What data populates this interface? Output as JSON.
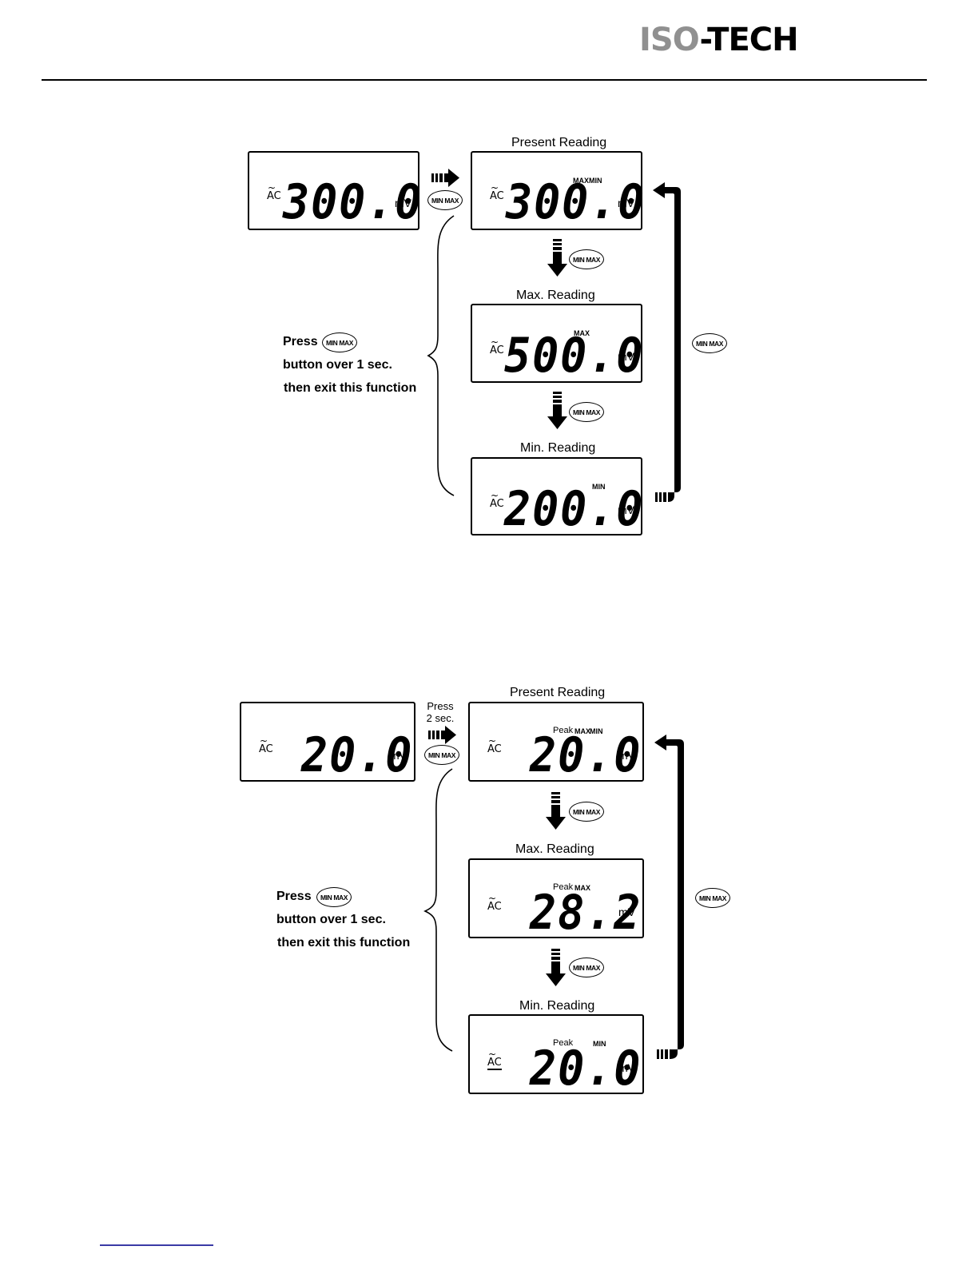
{
  "header": {
    "logo_part1": "ISO",
    "logo_part2": "-TECH"
  },
  "button_label": "MIN MAX",
  "diagram1": {
    "initial": {
      "ac": "AC",
      "value": "300.0",
      "unit": "mV"
    },
    "present": {
      "caption": "Present Reading",
      "ac": "AC",
      "value": "300.0",
      "unit": "mV",
      "ind_max": "MAX",
      "ind_min": "MIN"
    },
    "max": {
      "caption": "Max. Reading",
      "ac": "AC",
      "value": "500.0",
      "unit": "mV",
      "ind_max": "MAX"
    },
    "min": {
      "caption": "Min. Reading",
      "ac": "AC",
      "value": "200.0",
      "unit": "mV",
      "ind_min": "MIN"
    },
    "note": {
      "line1": "Press",
      "line2": "button over 1 sec.",
      "line3": "then exit this function"
    }
  },
  "diagram2": {
    "press_label": "Press",
    "press_duration": "2 sec.",
    "initial": {
      "ac": "AC",
      "value": "20.0",
      "unit": "mV"
    },
    "present": {
      "caption": "Present Reading",
      "ac": "AC",
      "value": "20.0",
      "unit": "mV",
      "ind_peak": "Peak",
      "ind_max": "MAX",
      "ind_min": "MIN"
    },
    "max": {
      "caption": "Max. Reading",
      "ac": "AC",
      "value": "28.2",
      "unit": "mV",
      "ind_peak": "Peak",
      "ind_max": "MAX"
    },
    "min": {
      "caption": "Min. Reading",
      "ac": "AC",
      "value": "20.0",
      "unit": "mV",
      "ind_peak": "Peak",
      "ind_min": "MIN"
    },
    "note": {
      "line1": "Press",
      "line2": "button over 1 sec.",
      "line3": "then exit this function"
    }
  }
}
